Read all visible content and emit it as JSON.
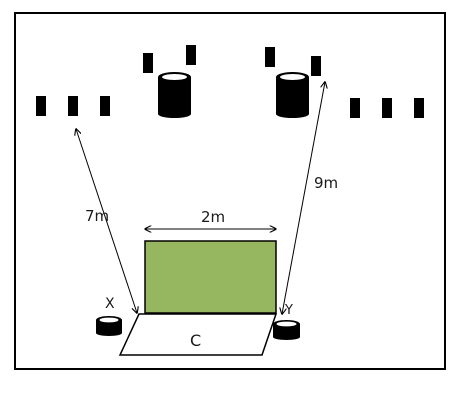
{
  "labels": {
    "dim_left": "7m",
    "dim_top": "2m",
    "dim_right": "9m",
    "corner_x": "X",
    "corner_y": "Y",
    "area": "C"
  },
  "colors": {
    "field": "#97b660",
    "ink": "#000000",
    "paper": "#ffffff"
  }
}
